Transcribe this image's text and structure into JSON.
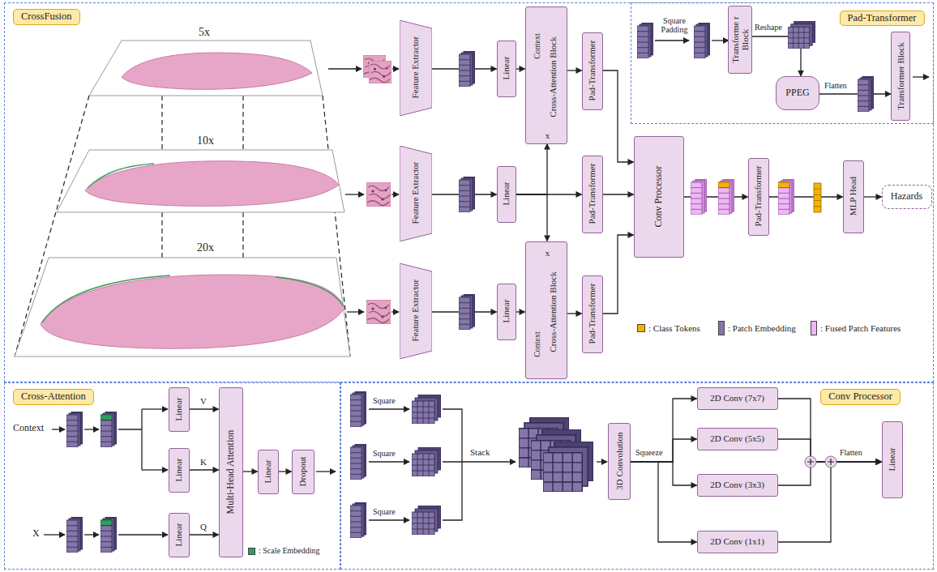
{
  "diagram": {
    "nodes": [
      {
        "text": [
          "CrossFusion"
        ]
      },
      {
        "text": [
          "Feature Extractor"
        ],
        "in": 0
      },
      {
        "text": [
          "Linear"
        ],
        "in": 0
      },
      {
        "text": [
          "Context",
          "Cross-Attention Block",
          "x"
        ],
        "in": 0
      },
      {
        "text": [
          "Pad-Transformer"
        ],
        "in": 0
      },
      {
        "text": [
          "Feature Extractor"
        ],
        "in": 0
      },
      {
        "text": [
          "Linear"
        ],
        "in": 0
      },
      {
        "text": [
          "Pad-Transformer"
        ],
        "in": 0
      },
      {
        "text": [
          "Feature Extractor"
        ],
        "in": 0
      },
      {
        "text": [
          "Linear"
        ],
        "in": 0
      },
      {
        "text": [
          "x",
          "Cross-Attention Block",
          "Context"
        ],
        "in": 0
      },
      {
        "text": [
          "Pad-Transformer"
        ],
        "in": 0
      },
      {
        "text": [
          "Conv Processor"
        ],
        "in": 0
      },
      {
        "text": [
          "Pad-Transformer"
        ],
        "in": 0
      },
      {
        "text": [
          "MLP Head"
        ],
        "in": 0
      },
      {
        "text": [
          "Hazards"
        ],
        "in": 0
      },
      {
        "text": [
          "Pad-Transformer"
        ],
        "in": 0
      },
      {
        "text": [
          "Transforme r Block"
        ],
        "in": 16
      },
      {
        "text": [
          "PPEG"
        ],
        "in": 16
      },
      {
        "text": [
          "Transformer Block"
        ],
        "in": 16
      },
      {
        "text": [
          "Cross-Attention"
        ]
      },
      {
        "text": [
          "Linear"
        ],
        "in": 20
      },
      {
        "text": [
          "Linear"
        ],
        "in": 20
      },
      {
        "text": [
          "Linear"
        ],
        "in": 20
      },
      {
        "text": [
          "Multi-Head Attention"
        ],
        "in": 20
      },
      {
        "text": [
          "Linear"
        ],
        "in": 20
      },
      {
        "text": [
          "Dropout"
        ],
        "in": 20
      },
      {
        "text": [
          "Conv Processor"
        ]
      },
      {
        "text": [
          "3D Convolution"
        ],
        "in": 27
      },
      {
        "text": [
          "2D Conv (7x7)"
        ],
        "in": 27
      },
      {
        "text": [
          "2D Conv (5x5)"
        ],
        "in": 27
      },
      {
        "text": [
          "2D Conv (3x3)"
        ],
        "in": 27
      },
      {
        "text": [
          "2D Conv (1x1)"
        ],
        "in": 27
      },
      {
        "text": [
          "Linear"
        ],
        "in": 27
      }
    ],
    "edges": [
      {
        "from": 1,
        "to": 2,
        "arrow": "to"
      },
      {
        "from": 2,
        "to": 3,
        "arrow": "to"
      },
      {
        "from": 5,
        "to": 6,
        "arrow": "to"
      },
      {
        "from": 6,
        "to": 3,
        "arrow": "to"
      },
      {
        "from": 6,
        "to": 10,
        "arrow": "to"
      },
      {
        "from": 6,
        "to": 7,
        "arrow": "to"
      },
      {
        "from": 8,
        "to": 9,
        "arrow": "to"
      },
      {
        "from": 9,
        "to": 10,
        "arrow": "to"
      },
      {
        "from": 3,
        "to": 4,
        "arrow": "to"
      },
      {
        "from": 10,
        "to": 11,
        "arrow": "to"
      },
      {
        "from": 4,
        "to": 12,
        "arrow": "to"
      },
      {
        "from": 7,
        "to": 12,
        "arrow": "to"
      },
      {
        "from": 11,
        "to": 12,
        "arrow": "to"
      },
      {
        "from": 12,
        "to": 13,
        "arrow": "to"
      },
      {
        "from": 13,
        "to": 14,
        "arrow": "to"
      },
      {
        "from": 14,
        "to": 15,
        "arrow": "to"
      },
      {
        "from": 17,
        "to": 18,
        "label": "Reshape",
        "arrow": "to"
      },
      {
        "from": 18,
        "to": 19,
        "label": "Flatten",
        "arrow": "to"
      },
      {
        "from": 21,
        "to": 24,
        "label": "V",
        "arrow": "to"
      },
      {
        "from": 22,
        "to": 24,
        "label": "K",
        "arrow": "to"
      },
      {
        "from": 23,
        "to": 24,
        "label": "Q",
        "arrow": "to"
      },
      {
        "from": 24,
        "to": 25,
        "arrow": "to"
      },
      {
        "from": 25,
        "to": 26,
        "arrow": "to"
      },
      {
        "from": 28,
        "to": 29,
        "arrow": "to"
      },
      {
        "from": 28,
        "to": 30,
        "arrow": "to"
      },
      {
        "from": 28,
        "to": 31,
        "arrow": "to"
      },
      {
        "from": 28,
        "to": 32,
        "arrow": "to"
      },
      {
        "from": 29,
        "to": 33,
        "arrow": "to"
      },
      {
        "from": 30,
        "to": 33,
        "arrow": "to"
      },
      {
        "from": 31,
        "to": 33,
        "arrow": "to"
      },
      {
        "from": 32,
        "to": 33,
        "arrow": "to"
      }
    ],
    "labels": [
      "5x",
      "10x",
      "20x",
      "Square Padding",
      "Context",
      "X",
      "Square",
      "Square",
      "Square",
      "Stack",
      "Squeeze",
      "Flatten"
    ],
    "legend": [
      {
        "text": ": Class Tokens",
        "color": "#f5b301"
      },
      {
        "text": ": Patch Embedding",
        "color": "#8576a8"
      },
      {
        "text": ": Fused Patch Features",
        "color": "#efb6f6"
      },
      {
        "text": ": Scale Embedding",
        "color": "#2e9e5e"
      }
    ]
  }
}
